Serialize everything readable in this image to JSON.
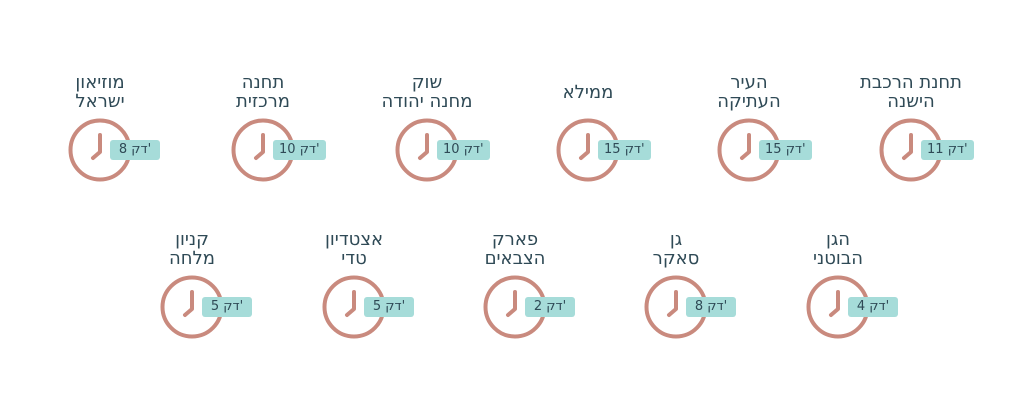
{
  "colors": {
    "text": "#2f4a56",
    "clock": "#c98a7e",
    "badge": "#a6dcd9"
  },
  "rows": [
    [
      {
        "title": "תחנת הרכבת\nהישנה",
        "time": "11 דק'"
      },
      {
        "title": "העיר\nהעתיקה",
        "time": "15 דק'"
      },
      {
        "title": "ממילא",
        "time": "15 דק'"
      },
      {
        "title": "שוק\nמחנה יהודה",
        "time": "10 דק'"
      },
      {
        "title": "תחנה\nמרכזית",
        "time": "10 דק'"
      },
      {
        "title": "מוזיאון\nישראל",
        "time": "8 דק'"
      }
    ],
    [
      {
        "title": "הגן\nהבוטני",
        "time": "4 דק'"
      },
      {
        "title": "גן\nסאקר",
        "time": "8 דק'"
      },
      {
        "title": "פארק\nהצבאים",
        "time": "2 דק'"
      },
      {
        "title": "אצטדיון\nטדי",
        "time": "5 דק'"
      },
      {
        "title": "קניון\nמלחה",
        "time": "5 דק'"
      }
    ]
  ]
}
